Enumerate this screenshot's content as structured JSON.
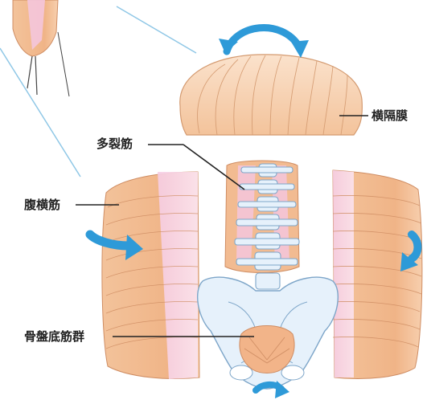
{
  "labels": {
    "diaphragm": "横隔膜",
    "multifidus": "多裂筋",
    "transversus_abdominis": "腹横筋",
    "pelvic_floor": "骨盤底筋群"
  },
  "colors": {
    "muscle": "#f1b88d",
    "muscle_light": "#f8d6b6",
    "muscle_line": "#cf8d63",
    "tendon_pink": "#f4c7e1",
    "bone": "#e6f1fb",
    "bone_stroke": "#7ea6c9",
    "arrow": "#2e9ad8",
    "leader": "#222222"
  }
}
